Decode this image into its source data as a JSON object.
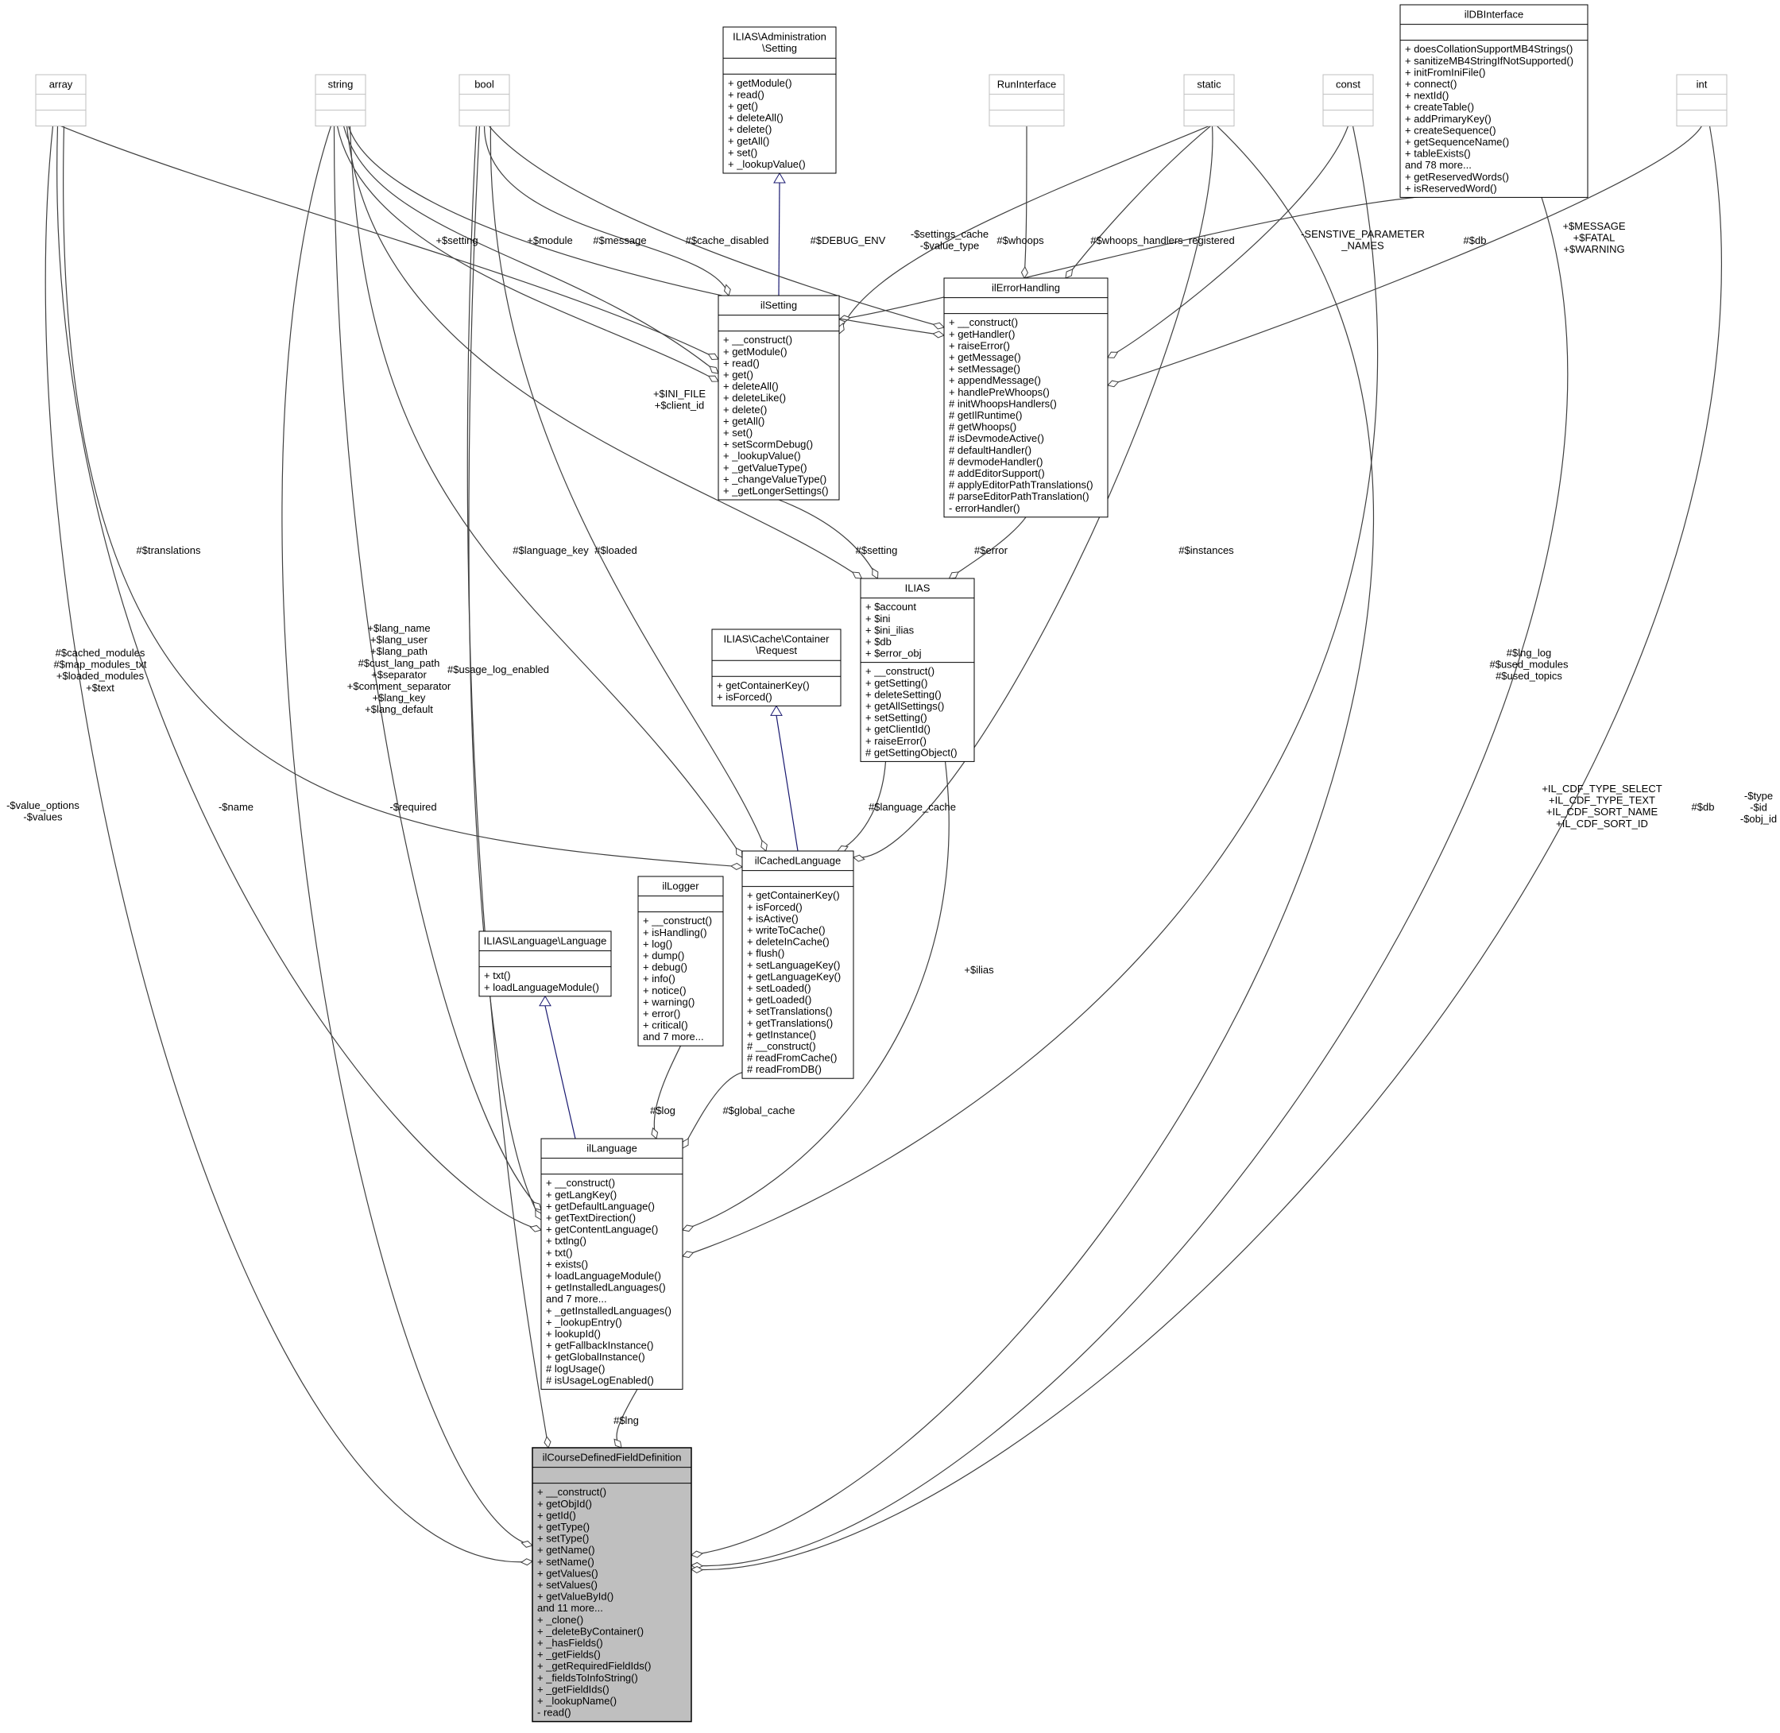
{
  "classes": [
    {
      "id": "array",
      "title": [
        "array"
      ],
      "grey": true,
      "members": [],
      "methods": []
    },
    {
      "id": "string",
      "title": [
        "string"
      ],
      "grey": true,
      "members": [],
      "methods": []
    },
    {
      "id": "bool",
      "title": [
        "bool"
      ],
      "grey": true,
      "members": [],
      "methods": []
    },
    {
      "id": "admin_setting",
      "title": [
        "ILIAS\\Administration",
        "\\Setting"
      ],
      "members": [],
      "methods": [
        "+ getModule()",
        "+ read()",
        "+ get()",
        "+ deleteAll()",
        "+ delete()",
        "+ getAll()",
        "+ set()",
        "+ _lookupValue()"
      ]
    },
    {
      "id": "runinterface",
      "title": [
        "RunInterface"
      ],
      "grey": true,
      "members": [],
      "methods": []
    },
    {
      "id": "static",
      "title": [
        "static"
      ],
      "grey": true,
      "members": [],
      "methods": []
    },
    {
      "id": "const",
      "title": [
        "const"
      ],
      "grey": true,
      "members": [],
      "methods": []
    },
    {
      "id": "ildbinterface",
      "title": [
        "ilDBInterface"
      ],
      "members": [],
      "methods": [
        "+ doesCollationSupportMB4Strings()",
        "+ sanitizeMB4StringIfNotSupported()",
        "+ initFromIniFile()",
        "+ connect()",
        "+ nextId()",
        "+ createTable()",
        "+ addPrimaryKey()",
        "+ createSequence()",
        "+ getSequenceName()",
        "+ tableExists()",
        "and 78 more...",
        "+ getReservedWords()",
        "+ isReservedWord()"
      ]
    },
    {
      "id": "int",
      "title": [
        "int"
      ],
      "grey": true,
      "members": [],
      "methods": []
    },
    {
      "id": "ilsetting",
      "title": [
        "ilSetting"
      ],
      "members": [],
      "methods": [
        "+ __construct()",
        "+ getModule()",
        "+ read()",
        "+ get()",
        "+ deleteAll()",
        "+ deleteLike()",
        "+ delete()",
        "+ getAll()",
        "+ set()",
        "+ setScormDebug()",
        "+ _lookupValue()",
        "+ _getValueType()",
        "+ _changeValueType()",
        "+ _getLongerSettings()"
      ]
    },
    {
      "id": "ilerrorhandling",
      "title": [
        "ilErrorHandling"
      ],
      "members": [],
      "methods": [
        "+ __construct()",
        "+ getHandler()",
        "+ raiseError()",
        "+ getMessage()",
        "+ setMessage()",
        "+ appendMessage()",
        "+ handlePreWhoops()",
        "# initWhoopsHandlers()",
        "# getIlRuntime()",
        "# getWhoops()",
        "# isDevmodeActive()",
        "# defaultHandler()",
        "# devmodeHandler()",
        "# addEditorSupport()",
        "# applyEditorPathTranslations()",
        "# parseEditorPathTranslation()",
        "- errorHandler()"
      ]
    },
    {
      "id": "ilias",
      "title": [
        "ILIAS"
      ],
      "members": [
        "+ $account",
        "+ $ini",
        "+ $ini_ilias",
        "+ $db",
        "+ $error_obj"
      ],
      "methods": [
        "+ __construct()",
        "+ getSetting()",
        "+ deleteSetting()",
        "+ getAllSettings()",
        "+ setSetting()",
        "+ getClientId()",
        "+ raiseError()",
        "# getSettingObject()"
      ]
    },
    {
      "id": "cache_request",
      "title": [
        "ILIAS\\Cache\\Container",
        "\\Request"
      ],
      "members": [],
      "methods": [
        "+ getContainerKey()",
        "+ isForced()"
      ]
    },
    {
      "id": "illogger",
      "title": [
        "ilLogger"
      ],
      "members": [],
      "methods": [
        "+ __construct()",
        "+ isHandling()",
        "+ log()",
        "+ dump()",
        "+ debug()",
        "+ info()",
        "+ notice()",
        "+ warning()",
        "+ error()",
        "+ critical()",
        "and 7 more..."
      ]
    },
    {
      "id": "ilcachedlanguage",
      "title": [
        "ilCachedLanguage"
      ],
      "members": [],
      "methods": [
        "+ getContainerKey()",
        "+ isForced()",
        "+ isActive()",
        "+ writeToCache()",
        "+ deleteInCache()",
        "+ flush()",
        "+ setLanguageKey()",
        "+ getLanguageKey()",
        "+ setLoaded()",
        "+ getLoaded()",
        "+ setTranslations()",
        "+ getTranslations()",
        "+ getInstance()",
        "# __construct()",
        "# readFromCache()",
        "# readFromDB()"
      ]
    },
    {
      "id": "language_if",
      "title": [
        "ILIAS\\Language\\Language"
      ],
      "members": [],
      "methods": [
        "+ txt()",
        "+ loadLanguageModule()"
      ]
    },
    {
      "id": "illanguage",
      "title": [
        "ilLanguage"
      ],
      "members": [],
      "methods": [
        "+ __construct()",
        "+ getLangKey()",
        "+ getDefaultLanguage()",
        "+ getTextDirection()",
        "+ getContentLanguage()",
        "+ txtlng()",
        "+ txt()",
        "+ exists()",
        "+ loadLanguageModule()",
        "+ getInstalledLanguages()",
        "and 7 more...",
        "+ _getInstalledLanguages()",
        "+ _lookupEntry()",
        "+ lookupId()",
        "+ getFallbackInstance()",
        "+ getGlobalInstance()",
        "# logUsage()",
        "# isUsageLogEnabled()"
      ]
    },
    {
      "id": "ilcdfd",
      "title": [
        "ilCourseDefinedFieldDefinition"
      ],
      "highlight": true,
      "members": [],
      "methods": [
        "+ __construct()",
        "+ getObjId()",
        "+ getId()",
        "+ getType()",
        "+ setType()",
        "+ getName()",
        "+ setName()",
        "+ getValues()",
        "+ setValues()",
        "+ getValueById()",
        "and 11 more...",
        "+ _clone()",
        "+ _deleteByContainer()",
        "+ _hasFields()",
        "+ _getFields()",
        "+ _getRequiredFieldIds()",
        "+ _fieldsToInfoString()",
        "+ _getFieldIds()",
        "+ _lookupName()",
        "- read()"
      ]
    }
  ],
  "edge_labels": [
    {
      "id": "l_setting",
      "lines": [
        "+$setting"
      ]
    },
    {
      "id": "l_module",
      "lines": [
        "+$module"
      ]
    },
    {
      "id": "l_message",
      "lines": [
        "#$message"
      ]
    },
    {
      "id": "l_cache_disabled",
      "lines": [
        "#$cache_disabled"
      ]
    },
    {
      "id": "l_debug_env",
      "lines": [
        "#$DEBUG_ENV"
      ]
    },
    {
      "id": "l_settings_cache",
      "lines": [
        "-$settings_cache",
        "-$value_type"
      ]
    },
    {
      "id": "l_whoops",
      "lines": [
        "#$whoops"
      ]
    },
    {
      "id": "l_whoops_reg",
      "lines": [
        "#$whoops_handlers_registered"
      ]
    },
    {
      "id": "l_sensitive",
      "lines": [
        "-SENSTIVE_PARAMETER",
        "_NAMES"
      ]
    },
    {
      "id": "l_db_err",
      "lines": [
        "#$db"
      ]
    },
    {
      "id": "l_msg_fatal",
      "lines": [
        "+$MESSAGE",
        "+$FATAL",
        "+$WARNING"
      ]
    },
    {
      "id": "l_ini_file",
      "lines": [
        "+$INI_FILE",
        "+$client_id"
      ]
    },
    {
      "id": "l_translations",
      "lines": [
        "#$translations"
      ]
    },
    {
      "id": "l_language_key",
      "lines": [
        "#$language_key"
      ]
    },
    {
      "id": "l_loaded",
      "lines": [
        "#$loaded"
      ]
    },
    {
      "id": "l_setting2",
      "lines": [
        "#$setting"
      ]
    },
    {
      "id": "l_error",
      "lines": [
        "#$error"
      ]
    },
    {
      "id": "l_instances",
      "lines": [
        "#$instances"
      ]
    },
    {
      "id": "l_cached_modules",
      "lines": [
        "#$cached_modules",
        "#$map_modules_txt",
        "+$loaded_modules",
        "+$text"
      ]
    },
    {
      "id": "l_lang_name",
      "lines": [
        "+$lang_name",
        "+$lang_user",
        "+$lang_path",
        "#$cust_lang_path",
        "+$separator",
        "+$comment_separator",
        "+$lang_key",
        "+$lang_default"
      ]
    },
    {
      "id": "l_usage_log",
      "lines": [
        "#$usage_log_enabled"
      ]
    },
    {
      "id": "l_lng_log",
      "lines": [
        "#$lng_log",
        "#$used_modules",
        "#$used_topics"
      ]
    },
    {
      "id": "l_value_options",
      "lines": [
        "-$value_options",
        "-$values"
      ]
    },
    {
      "id": "l_name",
      "lines": [
        "-$name"
      ]
    },
    {
      "id": "l_required",
      "lines": [
        "-$required"
      ]
    },
    {
      "id": "l_language_cache",
      "lines": [
        "#$language_cache"
      ]
    },
    {
      "id": "l_cdf_types",
      "lines": [
        "+IL_CDF_TYPE_SELECT",
        "+IL_CDF_TYPE_TEXT",
        "+IL_CDF_SORT_NAME",
        "+IL_CDF_SORT_ID"
      ]
    },
    {
      "id": "l_db_cdf",
      "lines": [
        "#$db"
      ]
    },
    {
      "id": "l_type_id",
      "lines": [
        "-$type",
        "-$id",
        "-$obj_id"
      ]
    },
    {
      "id": "l_ilias",
      "lines": [
        "+$ilias"
      ]
    },
    {
      "id": "l_log",
      "lines": [
        "#$log"
      ]
    },
    {
      "id": "l_global_cache",
      "lines": [
        "#$global_cache"
      ]
    },
    {
      "id": "l_lng",
      "lines": [
        "#$lng"
      ]
    }
  ]
}
